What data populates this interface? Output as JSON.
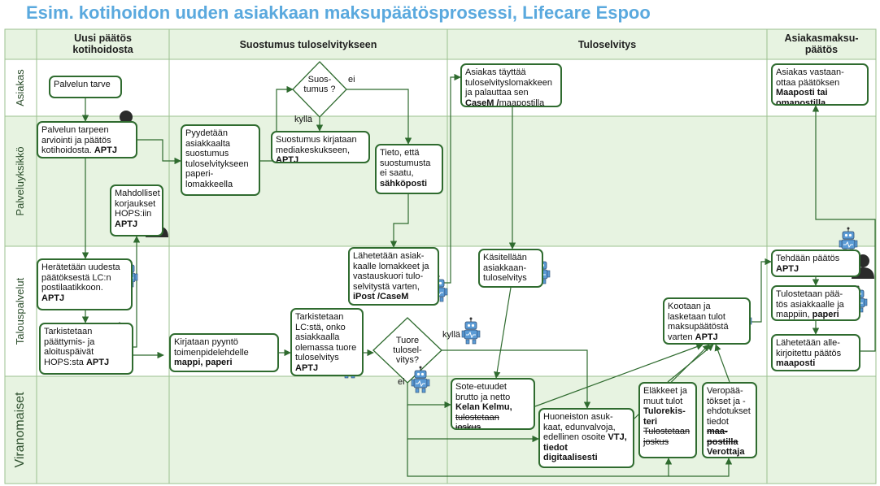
{
  "title": "Esim. kotihoidon uuden asiakkaan maksupäätösprosessi, Lifecare Espoo",
  "columns": [
    {
      "id": "c1",
      "label": "Uusi päätös kotihoidosta"
    },
    {
      "id": "c2",
      "label": "Suostumus tuloselvitykseen"
    },
    {
      "id": "c3",
      "label": "Tuloselvitys"
    },
    {
      "id": "c4",
      "label": "Asiakasmaksu-päätös"
    }
  ],
  "lanes": [
    {
      "id": "l1",
      "label": "Asiakas"
    },
    {
      "id": "l2",
      "label": "Palveluyksikkö"
    },
    {
      "id": "l3",
      "label": "Talouspalvelut"
    },
    {
      "id": "l4",
      "label": "Viranomaiset"
    }
  ],
  "boxes": {
    "b1": {
      "lines": [
        {
          "t": "Palvelun tarve",
          "b": false,
          "s": false
        }
      ]
    },
    "b2": {
      "lines": [
        {
          "t": "Palvelun tarpeen",
          "b": false,
          "s": false
        },
        {
          "t": "arviointi ja päätös",
          "b": false,
          "s": false
        },
        {
          "t": "kotihoidosta. ",
          "b": false,
          "s": false,
          "tail": "APTJ"
        }
      ]
    },
    "b3": {
      "lines": [
        {
          "t": "Mahdolliset",
          "b": false,
          "s": false
        },
        {
          "t": "korjaukset",
          "b": false,
          "s": false
        },
        {
          "t": "HOPS:iin",
          "b": false,
          "s": false
        },
        {
          "t": "APTJ",
          "b": true,
          "s": false
        }
      ]
    },
    "b4": {
      "lines": [
        {
          "t": "Herätetään uudesta",
          "b": false,
          "s": false
        },
        {
          "t": "päätöksestä LC:n",
          "b": false,
          "s": false
        },
        {
          "t": "postilaatikkoon.",
          "b": false,
          "s": false
        },
        {
          "t": "APTJ",
          "b": true,
          "s": false
        }
      ]
    },
    "b5": {
      "lines": [
        {
          "t": "Tarkistetaan",
          "b": false,
          "s": false
        },
        {
          "t": "päättymis- ja",
          "b": false,
          "s": false
        },
        {
          "t": "aloituspäivät",
          "b": false,
          "s": false
        },
        {
          "t": "HOPS:sta ",
          "b": false,
          "s": false,
          "tail": "APTJ"
        }
      ]
    },
    "b6": {
      "lines": [
        {
          "t": "Pyydetään",
          "b": false,
          "s": false
        },
        {
          "t": "asiakkaalta",
          "b": false,
          "s": false
        },
        {
          "t": "suostumus",
          "b": false,
          "s": false
        },
        {
          "t": "tuloselvitykseen",
          "b": false,
          "s": false
        },
        {
          "t": "paperi-",
          "b": false,
          "s": false
        },
        {
          "t": "lomakkeella",
          "b": false,
          "s": false
        }
      ]
    },
    "b7": {
      "lines": [
        {
          "t": "Suostumus kirjataan",
          "b": false,
          "s": false
        },
        {
          "t": "mediakeskukseen,",
          "b": false,
          "s": false
        },
        {
          "t": "APTJ",
          "b": true,
          "s": false
        }
      ]
    },
    "b8": {
      "lines": [
        {
          "t": "Kirjataan pyyntö",
          "b": false,
          "s": false
        },
        {
          "t": "toimenpidelehdelle",
          "b": false,
          "s": false
        },
        {
          "t": "mappi, paperi",
          "b": true,
          "s": false
        }
      ]
    },
    "b9": {
      "lines": [
        {
          "t": "Tarkistetaan",
          "b": false,
          "s": false
        },
        {
          "t": "LC:stä, onko",
          "b": false,
          "s": false
        },
        {
          "t": "asiakkaalla",
          "b": false,
          "s": false
        },
        {
          "t": "olemassa tuore",
          "b": false,
          "s": false
        },
        {
          "t": "tuloselvitys",
          "b": false,
          "s": false
        },
        {
          "t": "APTJ",
          "b": true,
          "s": false
        }
      ]
    },
    "b10": {
      "lines": [
        {
          "t": "Tieto, että",
          "b": false,
          "s": false
        },
        {
          "t": "suostumusta",
          "b": false,
          "s": false
        },
        {
          "t": "ei saatu,",
          "b": false,
          "s": false
        },
        {
          "t": "sähköposti",
          "b": true,
          "s": false
        }
      ]
    },
    "b11": {
      "lines": [
        {
          "t": "Lähetetään asiak-",
          "b": false,
          "s": false
        },
        {
          "t": "kaalle lomakkeet ja",
          "b": false,
          "s": false
        },
        {
          "t": "vastauskuori tulo-",
          "b": false,
          "s": false
        },
        {
          "t": "selvitystä varten,",
          "b": false,
          "s": false
        },
        {
          "t": "iPost /CaseM",
          "b": true,
          "s": false
        }
      ]
    },
    "b12": {
      "lines": [
        {
          "t": "Asiakas täyttää",
          "b": false,
          "s": false
        },
        {
          "t": "tuloselvityslomakkeen",
          "b": false,
          "s": false
        },
        {
          "t": "ja palauttaa sen",
          "b": false,
          "s": false
        },
        {
          "t": "CaseM /",
          "b": true,
          "s": false,
          "tail2": "maapostilla"
        }
      ]
    },
    "b13": {
      "lines": [
        {
          "t": "Käsitellään",
          "b": false,
          "s": false
        },
        {
          "t": "asiakkaan-",
          "b": false,
          "s": false
        },
        {
          "t": "tuloselvitys",
          "b": false,
          "s": false
        }
      ]
    },
    "b14": {
      "lines": [
        {
          "t": "Kootaan ja",
          "b": false,
          "s": false
        },
        {
          "t": "lasketaan tulot",
          "b": false,
          "s": false
        },
        {
          "t": "maksupäätöstä",
          "b": false,
          "s": false
        },
        {
          "t": "varten ",
          "b": false,
          "s": false,
          "tail": "APTJ"
        }
      ]
    },
    "b15": {
      "lines": [
        {
          "t": "Sote-etuudet",
          "b": false,
          "s": false
        },
        {
          "t": "brutto ja netto",
          "b": false,
          "s": false
        },
        {
          "t": "Kelan Kelmu,",
          "b": true,
          "s": false
        },
        {
          "t": "tulostetaan",
          "b": false,
          "s": true
        },
        {
          "t": "joskus",
          "b": false,
          "s": true
        }
      ]
    },
    "b16": {
      "lines": [
        {
          "t": "Huoneiston asuk-",
          "b": false,
          "s": false
        },
        {
          "t": "kaat, edunvalvoja,",
          "b": false,
          "s": false
        },
        {
          "t": "edellinen osoite ",
          "b": false,
          "s": false,
          "tail": "VTJ,"
        },
        {
          "t": "tiedot",
          "b": true,
          "s": false
        },
        {
          "t": "digitaalisesti",
          "b": true,
          "s": false
        }
      ]
    },
    "b17": {
      "lines": [
        {
          "t": "Eläkkeet ja",
          "b": false,
          "s": false
        },
        {
          "t": "muut tulot",
          "b": false,
          "s": false
        },
        {
          "t": "Tulorekis-",
          "b": true,
          "s": false
        },
        {
          "t": "teri",
          "b": true,
          "s": false
        },
        {
          "t": "Tulostetaan",
          "b": false,
          "s": true
        },
        {
          "t": "joskus",
          "b": false,
          "s": true
        }
      ]
    },
    "b18": {
      "lines": [
        {
          "t": "Veropää-",
          "b": false,
          "s": false
        },
        {
          "t": "tökset ja -",
          "b": false,
          "s": false
        },
        {
          "t": "ehdotukset",
          "b": false,
          "s": false
        },
        {
          "t": "tiedot",
          "b": false,
          "s": false
        },
        {
          "t": "maa-",
          "b": true,
          "s": true
        },
        {
          "t": "postilla",
          "b": true,
          "s": true
        },
        {
          "t": "Verottaja",
          "b": true,
          "s": false
        }
      ]
    },
    "b19": {
      "lines": [
        {
          "t": "Asiakas vastaan-",
          "b": false,
          "s": false
        },
        {
          "t": "ottaa päätöksen",
          "b": false,
          "s": false
        },
        {
          "t": "Maaposti tai",
          "b": true,
          "s": false
        },
        {
          "t": "omapostilla",
          "b": true,
          "s": false
        }
      ]
    },
    "b20": {
      "lines": [
        {
          "t": "Tehdään päätös",
          "b": false,
          "s": false
        },
        {
          "t": "APTJ",
          "b": true,
          "s": false
        }
      ]
    },
    "b21": {
      "lines": [
        {
          "t": "Tulostetaan pää-",
          "b": false,
          "s": false
        },
        {
          "t": "tös asiakkaalle ja",
          "b": false,
          "s": false
        },
        {
          "t": "mappiin, ",
          "b": false,
          "s": false,
          "tail": "paperi"
        }
      ]
    },
    "b22": {
      "lines": [
        {
          "t": "Lähetetään alle-",
          "b": false,
          "s": false
        },
        {
          "t": "kirjoitettu päätös",
          "b": false,
          "s": false
        },
        {
          "t": "maaposti",
          "b": true,
          "s": false
        }
      ]
    }
  },
  "diamonds": {
    "d1": {
      "text": "Suos- tumus ?"
    },
    "d2": {
      "text": "Tuore tulosel- vitys?"
    }
  },
  "edge_labels": {
    "d1_no": "ei",
    "d1_yes": "kyllä",
    "d2_yes": "kyllä",
    "d2_no": "ei"
  },
  "colors": {
    "title": "#5aa9de",
    "lane_alt": "#e7f3e1",
    "grid": "#9bc28f",
    "box_border": "#2f6b2f",
    "arrow": "#2f6b2f",
    "robot": "#5b9bd5",
    "person": "#2b2b2b"
  }
}
